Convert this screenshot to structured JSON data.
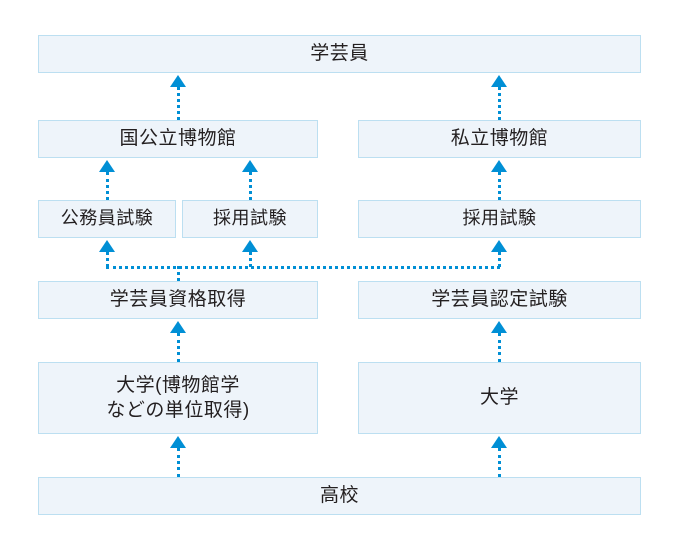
{
  "diagram": {
    "title_text": "学芸員",
    "accent_color": "#008fd5",
    "node_fill": "#eef4fa",
    "node_border": "#bcdff1",
    "text_color": "#231f20",
    "nodes": [
      {
        "id": "kangeiin",
        "label": "学芸員"
      },
      {
        "id": "kokkoritsu",
        "label": "国公立博物館"
      },
      {
        "id": "shiritsu",
        "label": "私立博物館"
      },
      {
        "id": "komuin-shiken",
        "label": "公務員試験"
      },
      {
        "id": "saiyo-shiken-1",
        "label": "採用試験"
      },
      {
        "id": "saiyo-shiken-2",
        "label": "採用試験"
      },
      {
        "id": "shikaku-shutoku",
        "label": "学芸員資格取得"
      },
      {
        "id": "nintei-shiken",
        "label": "学芸員認定試験"
      },
      {
        "id": "daigaku-tanni",
        "label": "大学(博物館学\nなどの単位取得)"
      },
      {
        "id": "daigaku",
        "label": "大学"
      },
      {
        "id": "koko",
        "label": "高校"
      }
    ]
  }
}
